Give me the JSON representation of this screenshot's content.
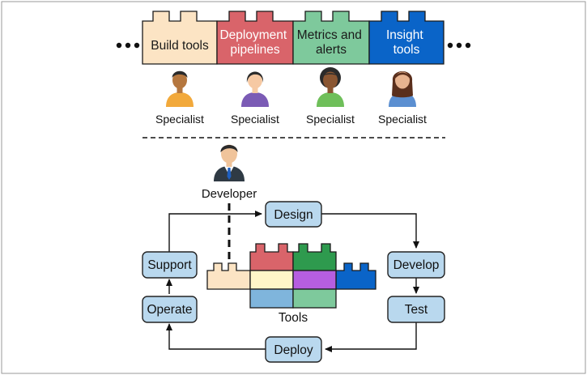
{
  "top": {
    "blocks": [
      {
        "label_lines": [
          "Build tools"
        ],
        "fill": "#fce4c4",
        "text_color": "#1a1a1a"
      },
      {
        "label_lines": [
          "Deployment",
          "pipelines"
        ],
        "fill": "#d9646a",
        "text_color": "#ffffff"
      },
      {
        "label_lines": [
          "Metrics and",
          "alerts"
        ],
        "fill": "#7ec99c",
        "text_color": "#1a1a1a"
      },
      {
        "label_lines": [
          "Insight",
          "tools"
        ],
        "fill": "#0a64c8",
        "text_color": "#ffffff"
      }
    ],
    "specialists": [
      {
        "label": "Specialist",
        "skin": "#b5773f",
        "hair": "#2b2b2b",
        "shirt": "#f2a93b"
      },
      {
        "label": "Specialist",
        "skin": "#f6c9a3",
        "hair": "#2b2b2b",
        "shirt": "#7b5bb5"
      },
      {
        "label": "Specialist",
        "skin": "#8a5632",
        "hair": "#2b2b2b",
        "shirt": "#6fbf5a"
      },
      {
        "label": "Specialist",
        "skin": "#e7b38f",
        "hair": "#5a2f1c",
        "shirt": "#5b8fd1"
      }
    ]
  },
  "bottom": {
    "developer_label": "Developer",
    "tools_label": "Tools",
    "steps": {
      "design": "Design",
      "develop": "Develop",
      "test": "Test",
      "deploy": "Deploy",
      "operate": "Operate",
      "support": "Support"
    },
    "tool_colors": {
      "tan": "#fce4c4",
      "red": "#d9646a",
      "darkgreen": "#2e9a4e",
      "blue": "#0a64c8",
      "yellow": "#fff6c8",
      "purple": "#b65ee0",
      "lightblue": "#7fb5dc",
      "lightgreen": "#7ec99c"
    },
    "step_fill": "#b9d8ee"
  }
}
